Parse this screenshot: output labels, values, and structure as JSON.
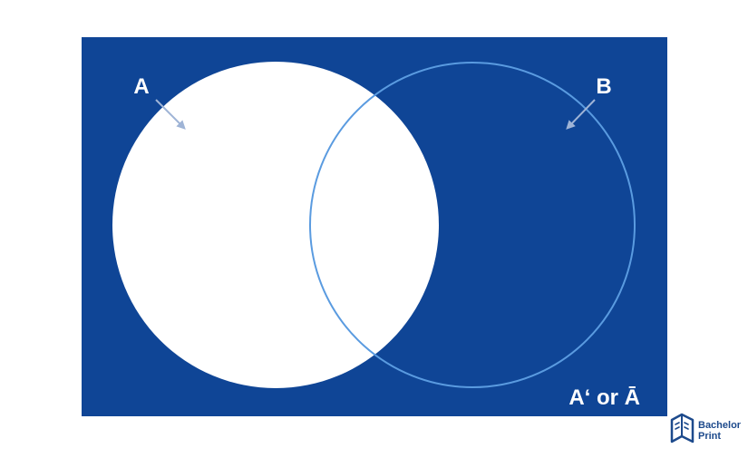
{
  "diagram": {
    "label_a": "A",
    "label_b": "B",
    "complement_label": "A‘ or Ā",
    "colors": {
      "background": "#0f4596",
      "set_a_fill": "#ffffff",
      "set_b_stroke": "#5a9be0",
      "arrow": "#9fb4d6",
      "label": "#ffffff"
    }
  },
  "brand": {
    "line1": "Bachelor",
    "line2": "Print",
    "logo_icon": "book-icon",
    "color": "#1d4a8c"
  }
}
